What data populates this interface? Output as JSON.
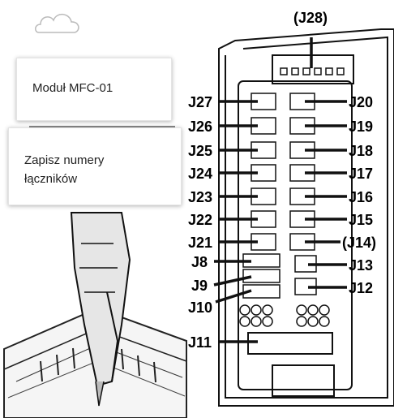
{
  "callouts": {
    "module": "Moduł MFC-01",
    "note_line1": "Zapisz numery",
    "note_line2": "łączników"
  },
  "connectors": {
    "top": "(J28)",
    "left": [
      "J27",
      "J26",
      "J25",
      "J24",
      "J23",
      "J22",
      "J21"
    ],
    "right": [
      "J20",
      "J19",
      "J18",
      "J17",
      "J16",
      "J15",
      "(J14)"
    ],
    "small_left": [
      "J8",
      "J9",
      "J10"
    ],
    "small_right": [
      "J13",
      "J12"
    ],
    "bottom": "J11"
  },
  "icons": {
    "cloud": "cloud-icon"
  }
}
